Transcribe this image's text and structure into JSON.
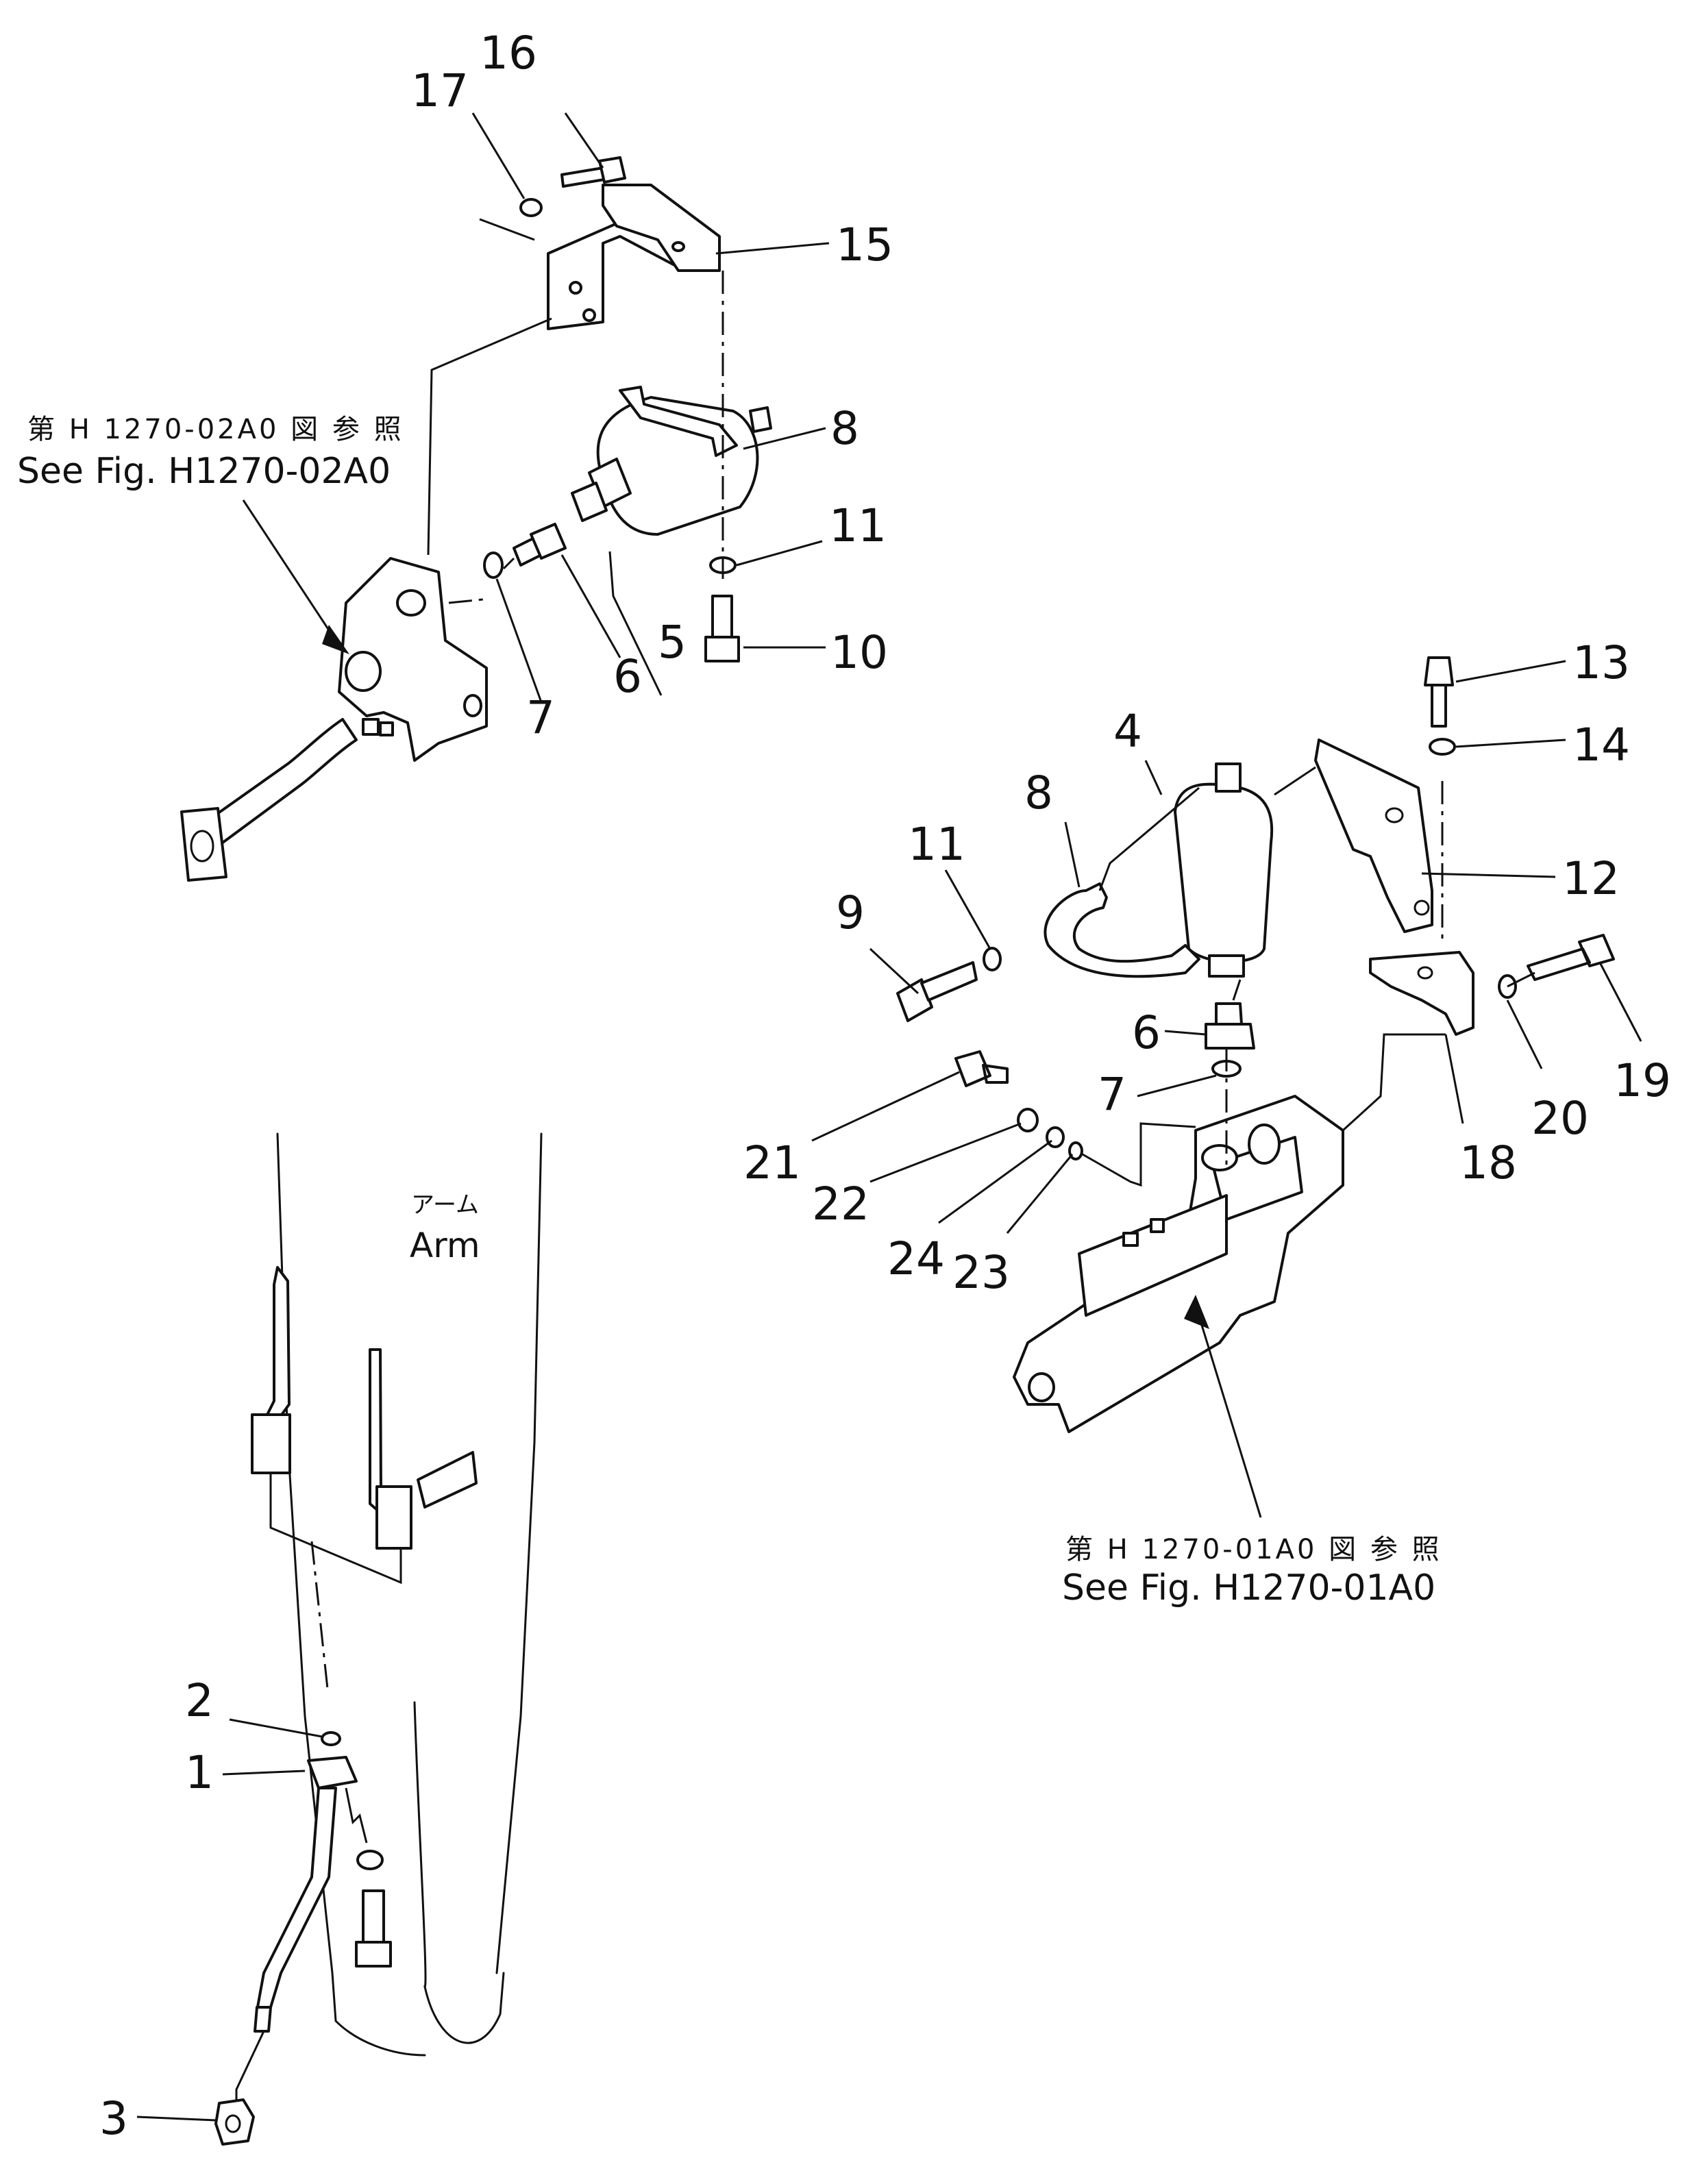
{
  "reference_top_left": {
    "jp": "第 H 1270-02A0 図 参 照",
    "en": "See Fig. H1270-02A0"
  },
  "reference_bottom_right": {
    "jp": "第 H 1270-01A0 図 参 照",
    "en": "See Fig. H1270-01A0"
  },
  "arm_label": {
    "jp": "アーム",
    "en": "Arm"
  },
  "callouts": {
    "c1": "1",
    "c2": "2",
    "c3": "3",
    "c4": "4",
    "c5": "5",
    "c6a": "6",
    "c6b": "6",
    "c7a": "7",
    "c7b": "7",
    "c8a": "8",
    "c8b": "8",
    "c9": "9",
    "c10": "10",
    "c11a": "11",
    "c11b": "11",
    "c12": "12",
    "c13": "13",
    "c14": "14",
    "c15": "15",
    "c16": "16",
    "c17": "17",
    "c18": "18",
    "c19": "19",
    "c20": "20",
    "c21": "21",
    "c22": "22",
    "c23": "23",
    "c24": "24"
  }
}
